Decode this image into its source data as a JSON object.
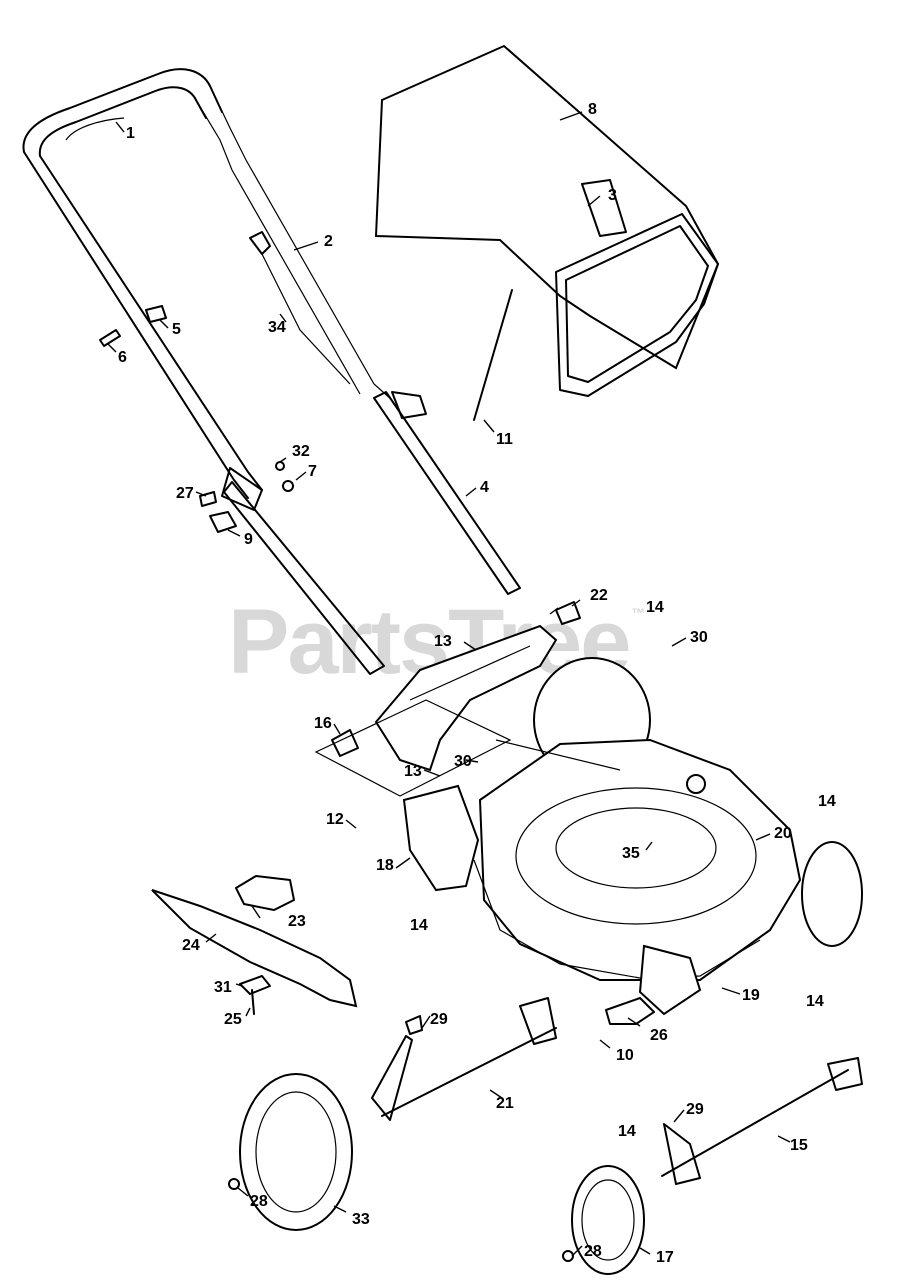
{
  "watermark": {
    "text": "PartsTree",
    "mark": "™"
  },
  "callouts": [
    "1",
    "2",
    "3",
    "4",
    "5",
    "6",
    "7",
    "8",
    "9",
    "10",
    "11",
    "12",
    "13",
    "13",
    "14",
    "14",
    "14",
    "14",
    "14",
    "15",
    "16",
    "17",
    "18",
    "19",
    "20",
    "21",
    "22",
    "23",
    "24",
    "25",
    "26",
    "27",
    "28",
    "28",
    "29",
    "29",
    "30",
    "30",
    "31",
    "32",
    "33",
    "34",
    "35"
  ]
}
